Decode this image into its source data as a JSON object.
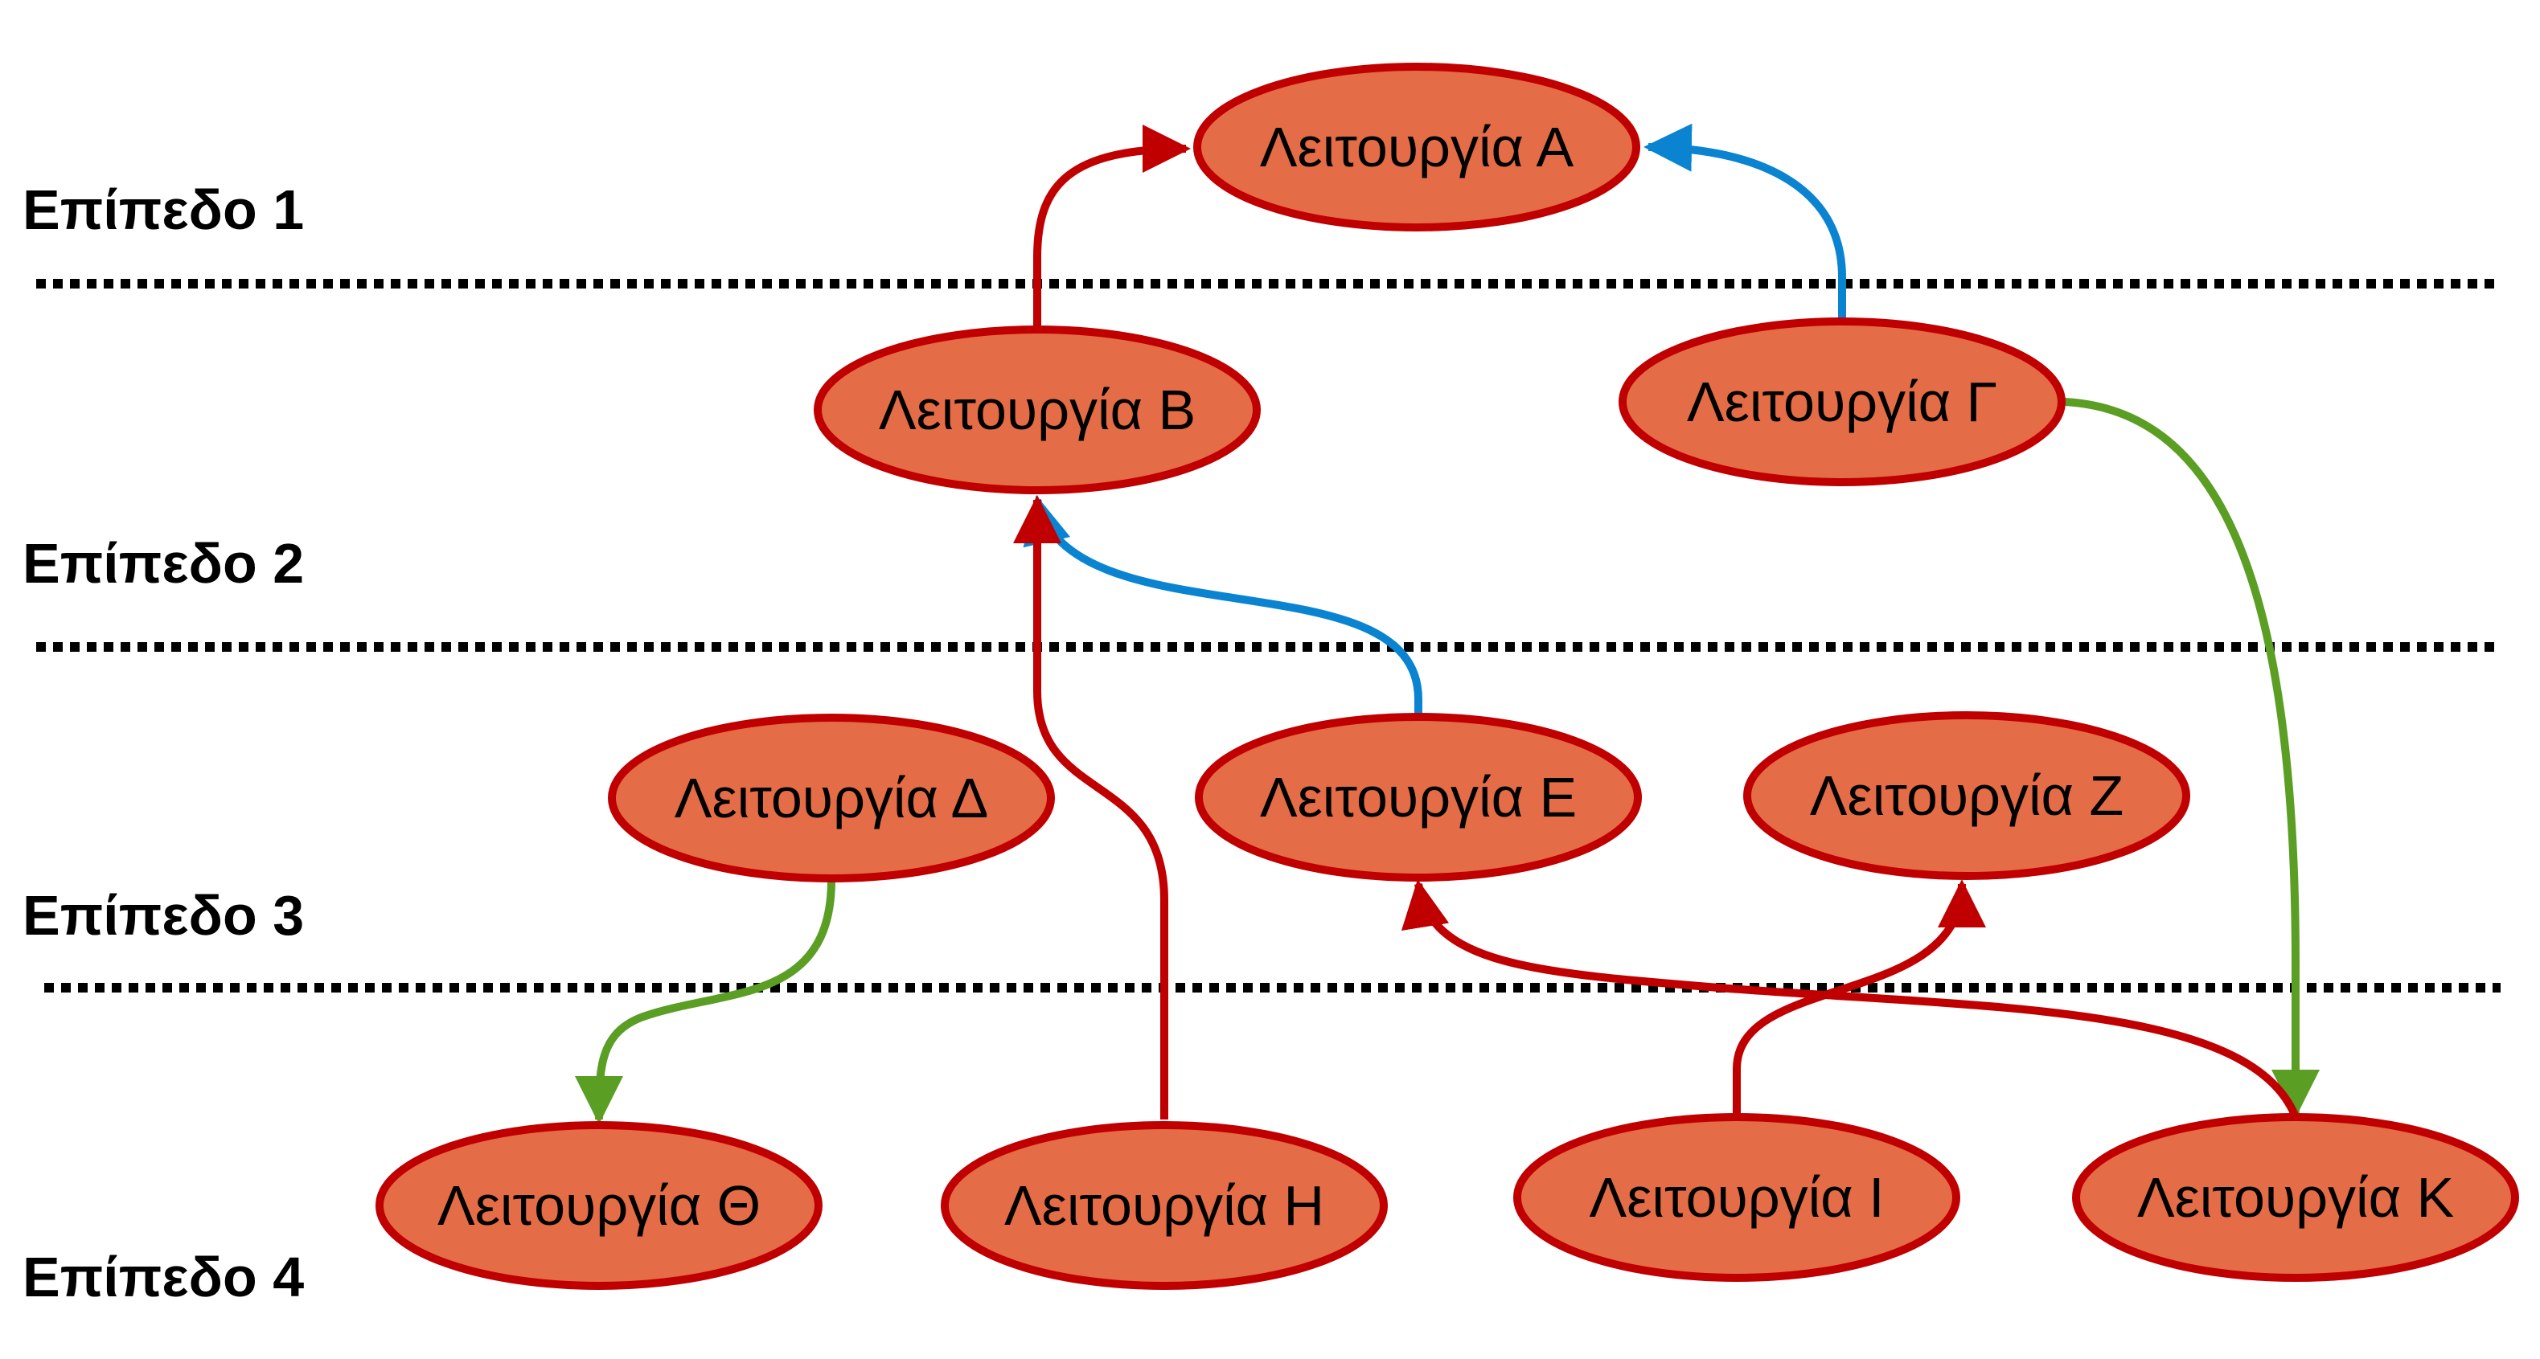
{
  "colors": {
    "node_fill": "#e46c47",
    "node_stroke": "#c00000",
    "red": "#c00000",
    "blue": "#0a84d0",
    "green": "#5a9e24",
    "divider": "#000000"
  },
  "levels": [
    {
      "id": "l1",
      "label": "Επίπεδο 1"
    },
    {
      "id": "l2",
      "label": "Επίπεδο 2"
    },
    {
      "id": "l3",
      "label": "Επίπεδο 3"
    },
    {
      "id": "l4",
      "label": "Επίπεδο 4"
    }
  ],
  "nodes": [
    {
      "id": "A",
      "label": "Λειτουργία Α"
    },
    {
      "id": "B",
      "label": "Λειτουργία Β"
    },
    {
      "id": "G",
      "label": "Λειτουργία Γ"
    },
    {
      "id": "D",
      "label": "Λειτουργία Δ"
    },
    {
      "id": "E",
      "label": "Λειτουργία Ε"
    },
    {
      "id": "Z",
      "label": "Λειτουργία Ζ"
    },
    {
      "id": "TH",
      "label": "Λειτουργία Θ"
    },
    {
      "id": "H",
      "label": "Λειτουργία Η"
    },
    {
      "id": "I",
      "label": "Λειτουργία Ι"
    },
    {
      "id": "K",
      "label": "Λειτουργία Κ"
    }
  ],
  "edges": [
    {
      "from": "B",
      "to": "A",
      "color": "red"
    },
    {
      "from": "G",
      "to": "A",
      "color": "blue"
    },
    {
      "from": "E",
      "to": "B",
      "color": "blue"
    },
    {
      "from": "H",
      "to": "B",
      "color": "red"
    },
    {
      "from": "G",
      "to": "K",
      "color": "green"
    },
    {
      "from": "D",
      "to": "TH",
      "color": "green"
    },
    {
      "from": "K",
      "to": "E",
      "color": "red"
    },
    {
      "from": "I",
      "to": "Z",
      "color": "red"
    }
  ]
}
